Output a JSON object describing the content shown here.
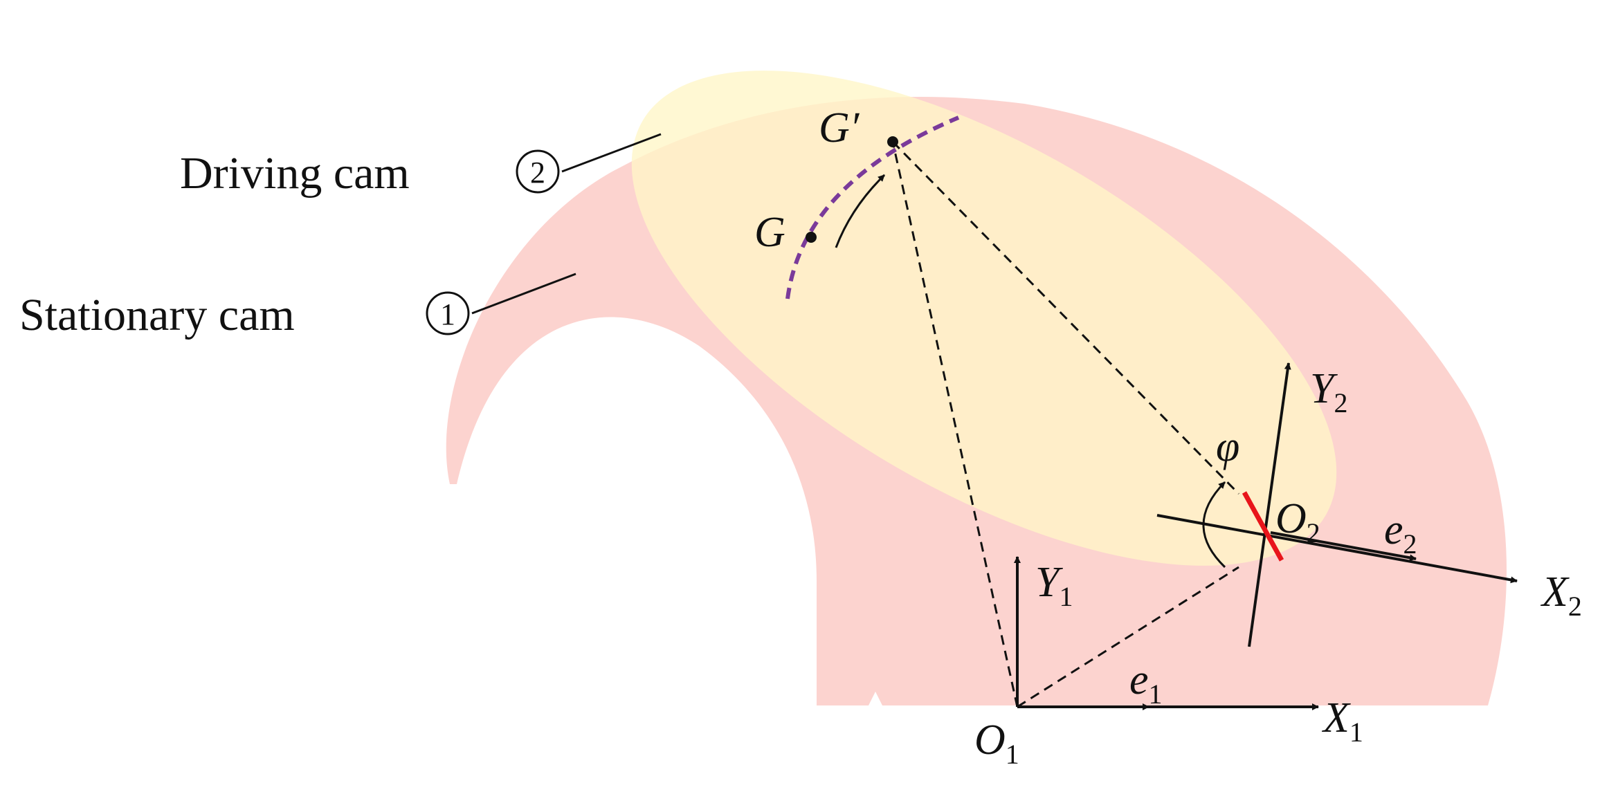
{
  "colors": {
    "stationary_cam_fill": "#fcd3cf",
    "driving_cam_fill": "#fff6c7",
    "arc_path": "#7a3a9a",
    "red_marker": "#e8151b",
    "ink": "#111111"
  },
  "labels": {
    "driving_cam": "Driving cam",
    "driving_cam_number": "2",
    "stationary_cam": "Stationary cam",
    "stationary_cam_number": "1"
  },
  "points": {
    "g": "G",
    "g_prime": "G′",
    "o1_letter": "O",
    "o1_sub": "1",
    "o2_letter": "O",
    "o2_sub": "2"
  },
  "axes": {
    "x1_letter": "X",
    "x1_sub": "1",
    "y1_letter": "Y",
    "y1_sub": "1",
    "x2_letter": "X",
    "x2_sub": "2",
    "y2_letter": "Y",
    "y2_sub": "2"
  },
  "vectors": {
    "e1_letter": "e",
    "e1_sub": "1",
    "e2_letter": "e",
    "e2_sub": "2"
  },
  "angle": {
    "phi": "φ"
  }
}
